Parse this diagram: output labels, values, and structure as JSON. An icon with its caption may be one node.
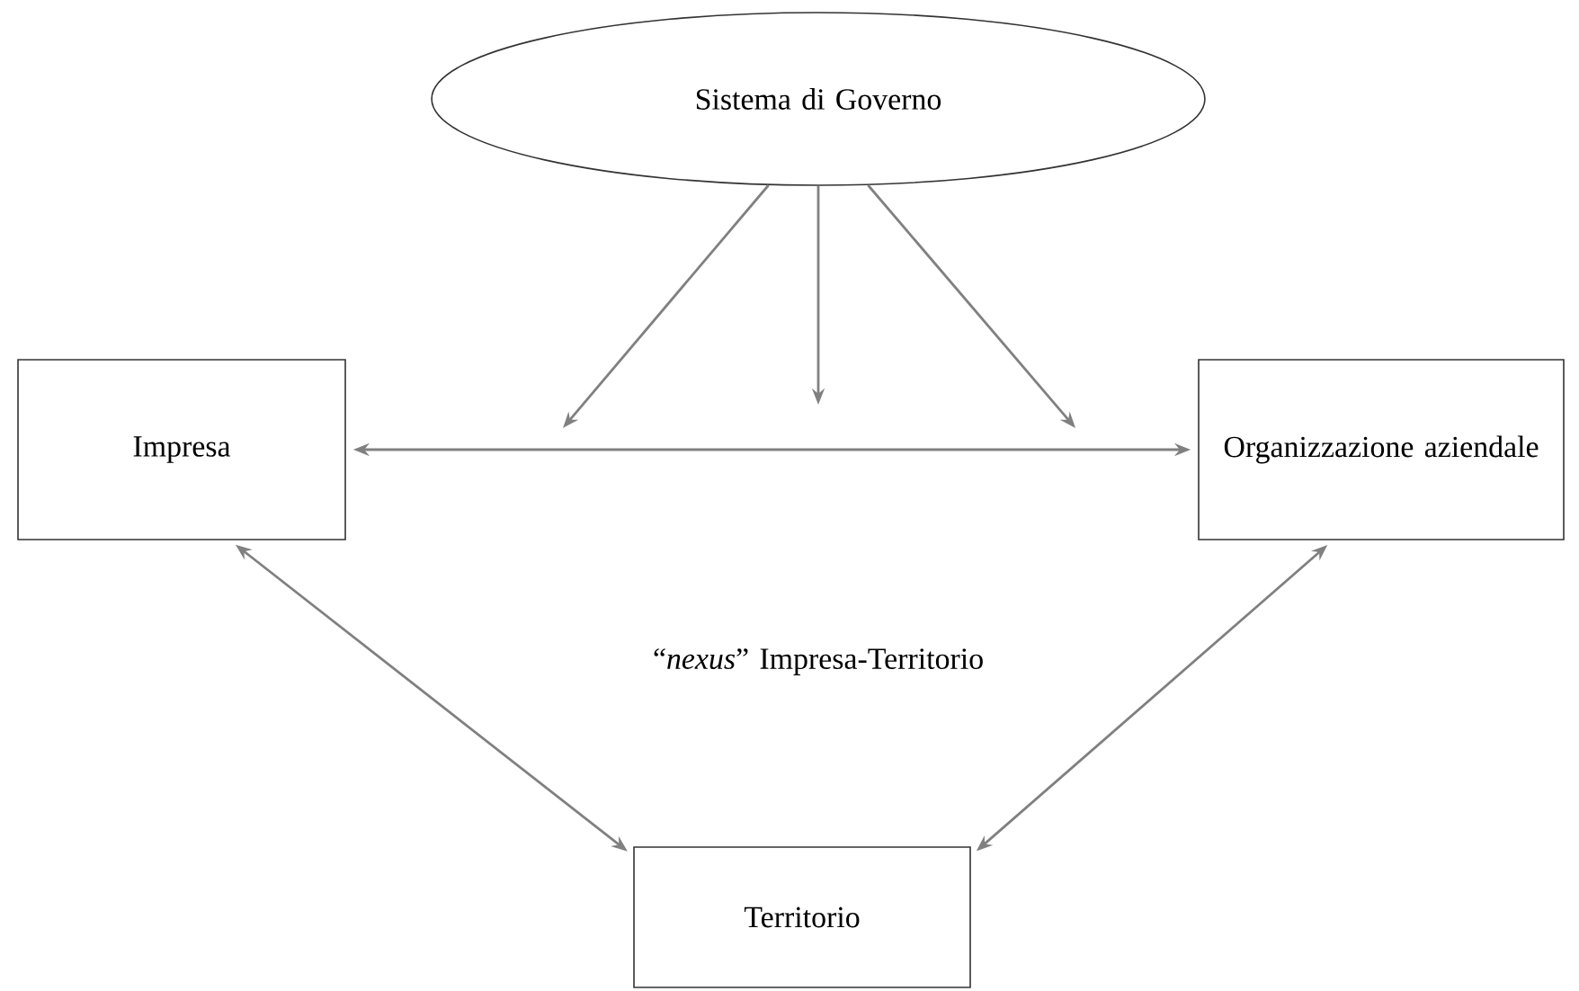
{
  "diagram": {
    "nodes": [
      {
        "text": [
          "Sistema di Governo"
        ]
      },
      {
        "text": [
          "Impresa"
        ]
      },
      {
        "text": [
          "Organizzazione aziendale"
        ]
      },
      {
        "text": [
          "Territorio"
        ]
      }
    ],
    "edges": [
      {
        "from": 0,
        "to": null,
        "arrow": "to"
      },
      {
        "from": 0,
        "to": null,
        "arrow": "to"
      },
      {
        "from": 0,
        "to": null,
        "arrow": "to"
      },
      {
        "from": 1,
        "to": 2,
        "arrow": "both"
      },
      {
        "from": 1,
        "to": 3,
        "arrow": "both"
      },
      {
        "from": 2,
        "to": 3,
        "arrow": "both"
      }
    ],
    "labels": [
      "“*nexus*” Impresa-Territorio"
    ]
  }
}
